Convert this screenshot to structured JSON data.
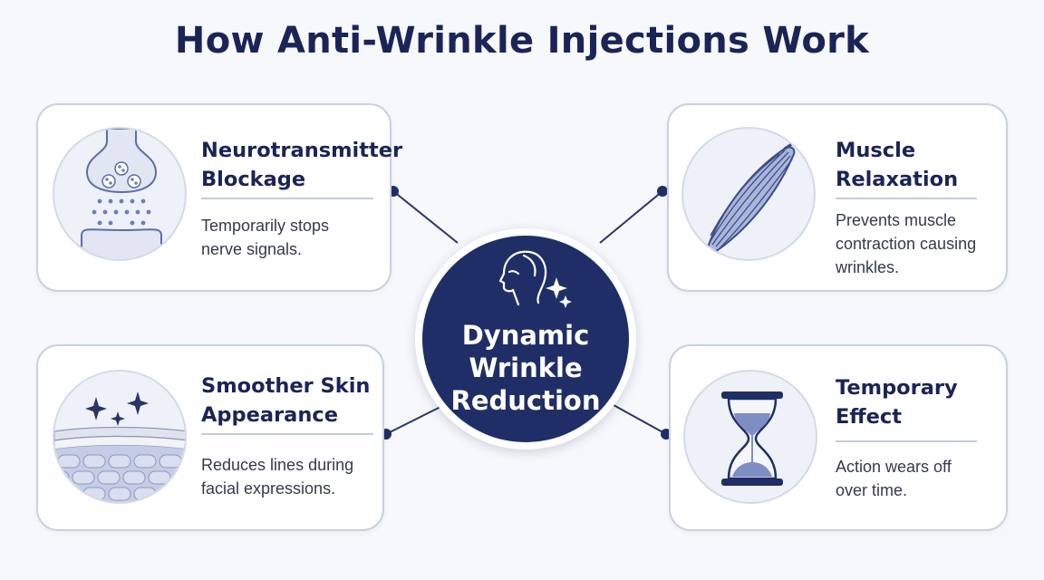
{
  "title": "How Anti-Wrinkle Injections Work",
  "hub": {
    "label": "Dynamic\nWrinkle\nReduction",
    "icon": "face-profile-icon"
  },
  "cards": [
    {
      "title": "Neurotransmitter\nBlockage",
      "description": "Temporarily stops\nnerve signals.",
      "icon": "nerve-synapse-icon"
    },
    {
      "title": "Muscle\nRelaxation",
      "description": "Prevents muscle\ncontraction causing\nwrinkles.",
      "icon": "muscle-fiber-icon"
    },
    {
      "title": "Smoother Skin\nAppearance",
      "description": "Reduces lines during\nfacial expressions.",
      "icon": "skin-layers-icon"
    },
    {
      "title": "Temporary\nEffect",
      "description": "Action wears off\nover time.",
      "icon": "hourglass-icon"
    }
  ],
  "colors": {
    "navy": "#1f2e66",
    "card_border": "#c9d0e2",
    "icon_blue": "#6b7fb8",
    "background": "#f7f8fb"
  }
}
